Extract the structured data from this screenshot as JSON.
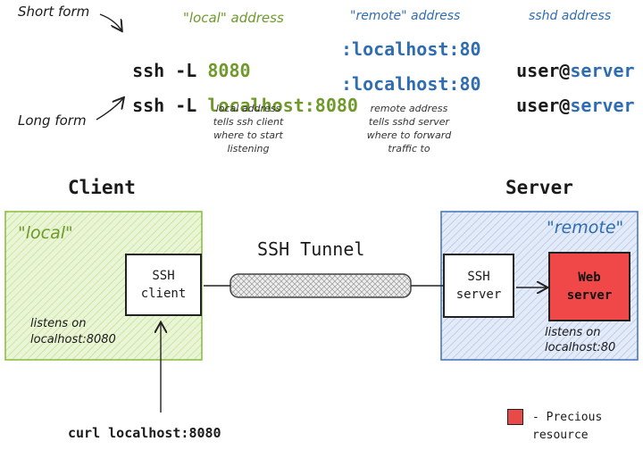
{
  "labels": {
    "short_form": "Short form",
    "long_form": "Long form",
    "local_address": "\"local\" address",
    "remote_address": "\"remote\" address",
    "sshd_address": "sshd address"
  },
  "short_cmd": {
    "prefix": "ssh -L ",
    "local": "8080",
    "remote": ":localhost:80",
    "user": " user@",
    "host": "server"
  },
  "long_cmd": {
    "prefix": "ssh -L ",
    "local": "localhost:8080",
    "remote": ":localhost:80",
    "user": " user@",
    "host": "server"
  },
  "notes": {
    "local": "local address\ntells ssh client\nwhere to start\nlistening",
    "remote": "remote address\ntells sshd server\nwhere to forward\ntraffic to"
  },
  "client": {
    "title": "Client",
    "zone_label": "\"local\"",
    "box": "SSH\nclient",
    "listens": "listens on\nlocalhost:8080"
  },
  "server": {
    "title": "Server",
    "zone_label": "\"remote\"",
    "ssh_box": "SSH\nserver",
    "web_box": "Web\nserver",
    "listens": "listens on\nlocalhost:80"
  },
  "tunnel_label": "SSH Tunnel",
  "curl_command": "curl localhost:8080",
  "legend": {
    "text": "- Precious\nresource",
    "color": "#e84a4a"
  },
  "colors": {
    "green": "#6f9a2b",
    "blue": "#2f6db0",
    "local_fill": "#e6f3cf",
    "remote_fill": "#dde6f6",
    "web_server": "#f04848"
  }
}
